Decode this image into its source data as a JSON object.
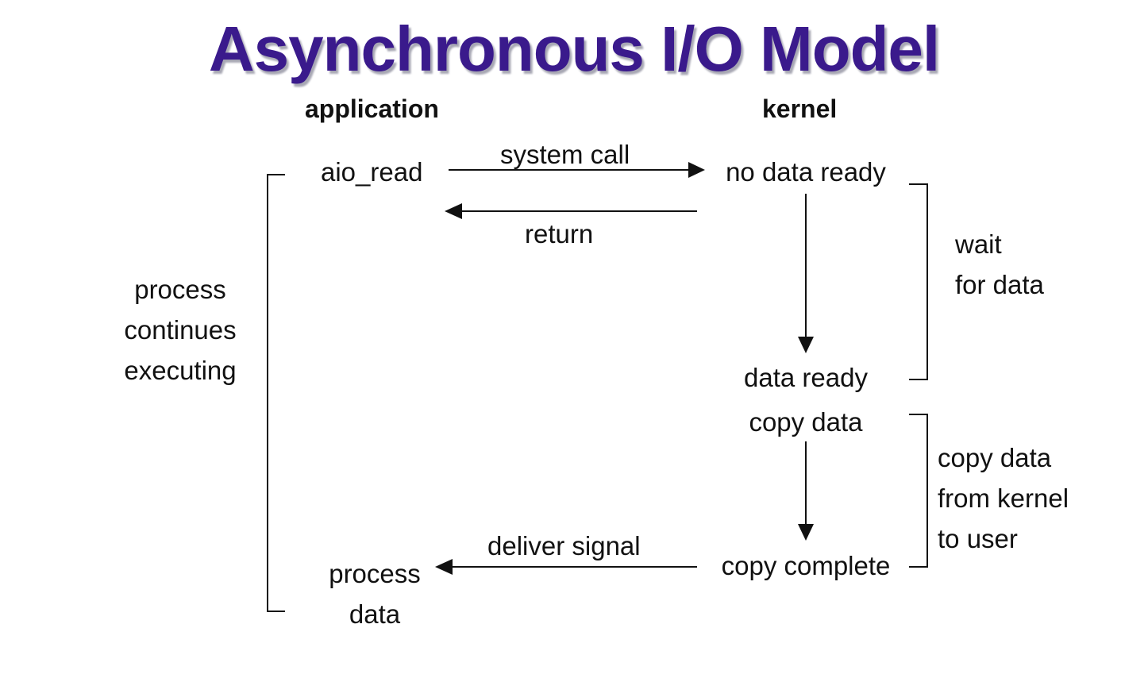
{
  "title": "Asynchronous I/O Model",
  "colors": {
    "title": "#3a1a8c",
    "title_shadow": "#a8a8b4",
    "text": "#111111",
    "line": "#111111"
  },
  "columns": {
    "application": "application",
    "kernel": "kernel"
  },
  "application": {
    "call": "aio_read",
    "handler": [
      "process",
      "data"
    ]
  },
  "kernel": {
    "initial_state": "no data ready",
    "ready_state": "data ready",
    "copy_step": "copy data",
    "complete_state": "copy complete"
  },
  "messages": {
    "system_call": "system call",
    "return": "return",
    "deliver_signal": "deliver signal"
  },
  "phases": {
    "application": [
      "process",
      "continues",
      "executing"
    ],
    "wait": [
      "wait",
      "for data"
    ],
    "copy": [
      "copy data",
      "from kernel",
      "to user"
    ]
  }
}
